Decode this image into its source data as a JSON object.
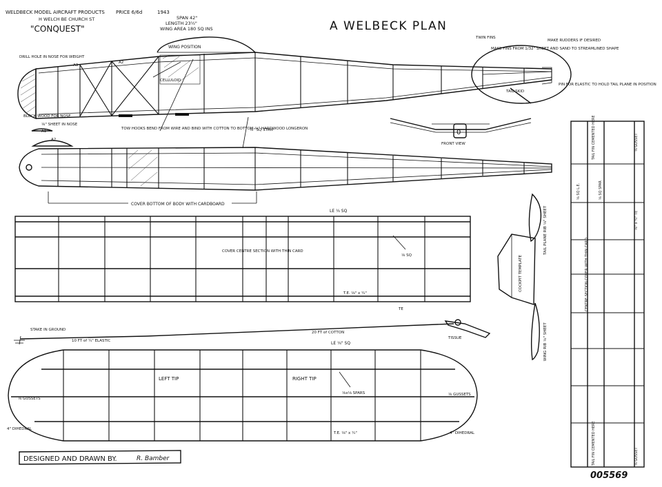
{
  "header": {
    "publisher": "WELDBECK MODEL AIRCRAFT PRODUCTS",
    "price": "PRICE 6/6d",
    "year": "1943",
    "address": "H WELCH   BE CHURCH ST",
    "model_name": "\"CONQUEST\"",
    "span": "SPAN  42\"",
    "length": "LENGTH  23½\"",
    "wing_area": "WING AREA  180 SQ INS",
    "plan_title": "A WELBECK PLAN"
  },
  "notes": {
    "wing_position": "WING POSITION",
    "drill_hole": "DRILL HOLE IN NOSE FOR WEIGHT",
    "block_wood": "BLOCK WOOD FOR NOSE",
    "sheet_in_nose": "⅛\" SHEET IN NOSE",
    "celluloid": "CELLULOID",
    "a3": "A3",
    "a2_top": "A2",
    "a1": "A1",
    "a2": "A2",
    "tow_hooks": "TOW HOOKS BEND FROM WIRE AND BIND WITH COTTON TO BOTTOM ⅛\" HARDWOOD LONGERON",
    "sq_strip": "⅛\" SQ STRIP",
    "twin_fins": "TWIN FINS",
    "make_fins": "MAKE FINS FROM 1/32\" SHEET AND SAND TO STREAMLINED SHAPE",
    "make_rudders": "MAKE RUDDERS IF DESIRED",
    "pin_for_elastic": "PIN FOR ELASTIC TO HOLD TAIL PLANE IN POSITION",
    "tail_skid": "TAIL SKID",
    "front_view": "FRONT VIEW",
    "cover_bottom": "COVER BOTTOM OF BODY WITH CARDBOARD",
    "le_top": "LE ⅛ SQ",
    "cover_section": "COVER CENTRE SECTION WITH THIN CARD",
    "te_top": "T.E. ⅛\" x ¼\"",
    "te": "TE",
    "sq_note": "⅛ SQ",
    "tail_plane_rib": "TAIL PLANE RIB  ⅛\" SHEET",
    "cockpit_template": "COCKPIT TEMPLATE",
    "wing_rib": "WING RIB  ⅛\" SHEET",
    "stake_in_ground": "STAKE IN GROUND",
    "elastic": "10 FT of ¼\" ELASTIC",
    "cotton": "20 FT of COTTON",
    "tissue": "TISSUE",
    "le_bottom": "LE ⅛\" SQ",
    "left_tip": "LEFT TIP",
    "right_tip": "RIGHT TIP",
    "spars": "⅛x⅛ SPARS",
    "gussets_left": "⅛ GUSSETS",
    "gussets_right": "⅛ GUSSETS",
    "dihedral_left": "4\" DIHEDRAL",
    "dihedral_right": "4\" DIHEDRAL",
    "te_bottom": "T.E. ⅛\" x ¼\"",
    "tail_fin_top": "TAIL FIN CEMENTED HERE",
    "gusset_top": "⅛ GUSSET",
    "sq_spar": "⅛ SQ SPAR",
    "sq_le": "⅛ SQ L.E.",
    "te_right": "⅛\" x ¼\" TE",
    "centre_section": "CENTRE SECTION COVER WITH THIN CARD",
    "tail_fin_bottom": "TAIL FIN CEMENTED HERE",
    "gusset_bottom": "⅛ GUSSET"
  },
  "footer": {
    "designed_by": "DESIGNED AND DRAWN BY.",
    "designer": "R. Bamber",
    "catalog_number": "005569"
  }
}
